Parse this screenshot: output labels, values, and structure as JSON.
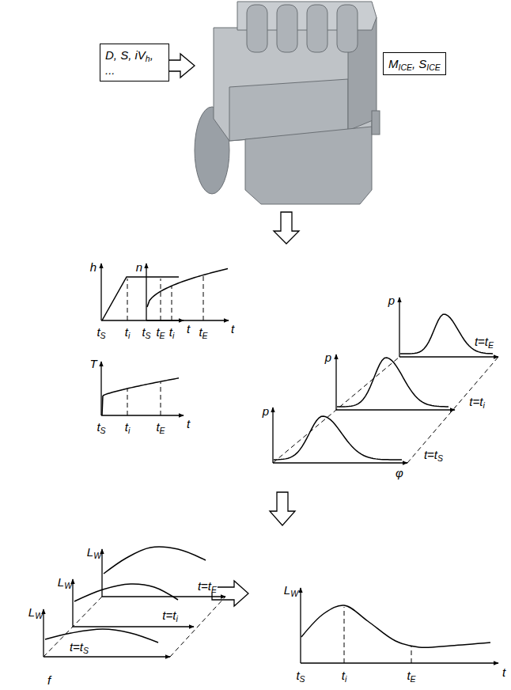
{
  "diagram": {
    "nodes": [
      {
        "text": [
          "D, S, iVh, ..."
        ]
      },
      {
        "text": [
          "MICE, SICE"
        ]
      }
    ],
    "labels": [
      "h",
      "t",
      "tS",
      "ti",
      "tE",
      "n",
      "t",
      "tS",
      "ti",
      "tE",
      "T",
      "t",
      "tS",
      "ti",
      "tE",
      "p",
      "p",
      "p",
      "t=tE",
      "t=ti",
      "t=tS",
      "φ",
      "LW",
      "LW",
      "LW",
      "t=tE",
      "t=ti",
      "t=tS",
      "f",
      "LW",
      "t",
      "tS",
      "ti",
      "tE"
    ]
  }
}
